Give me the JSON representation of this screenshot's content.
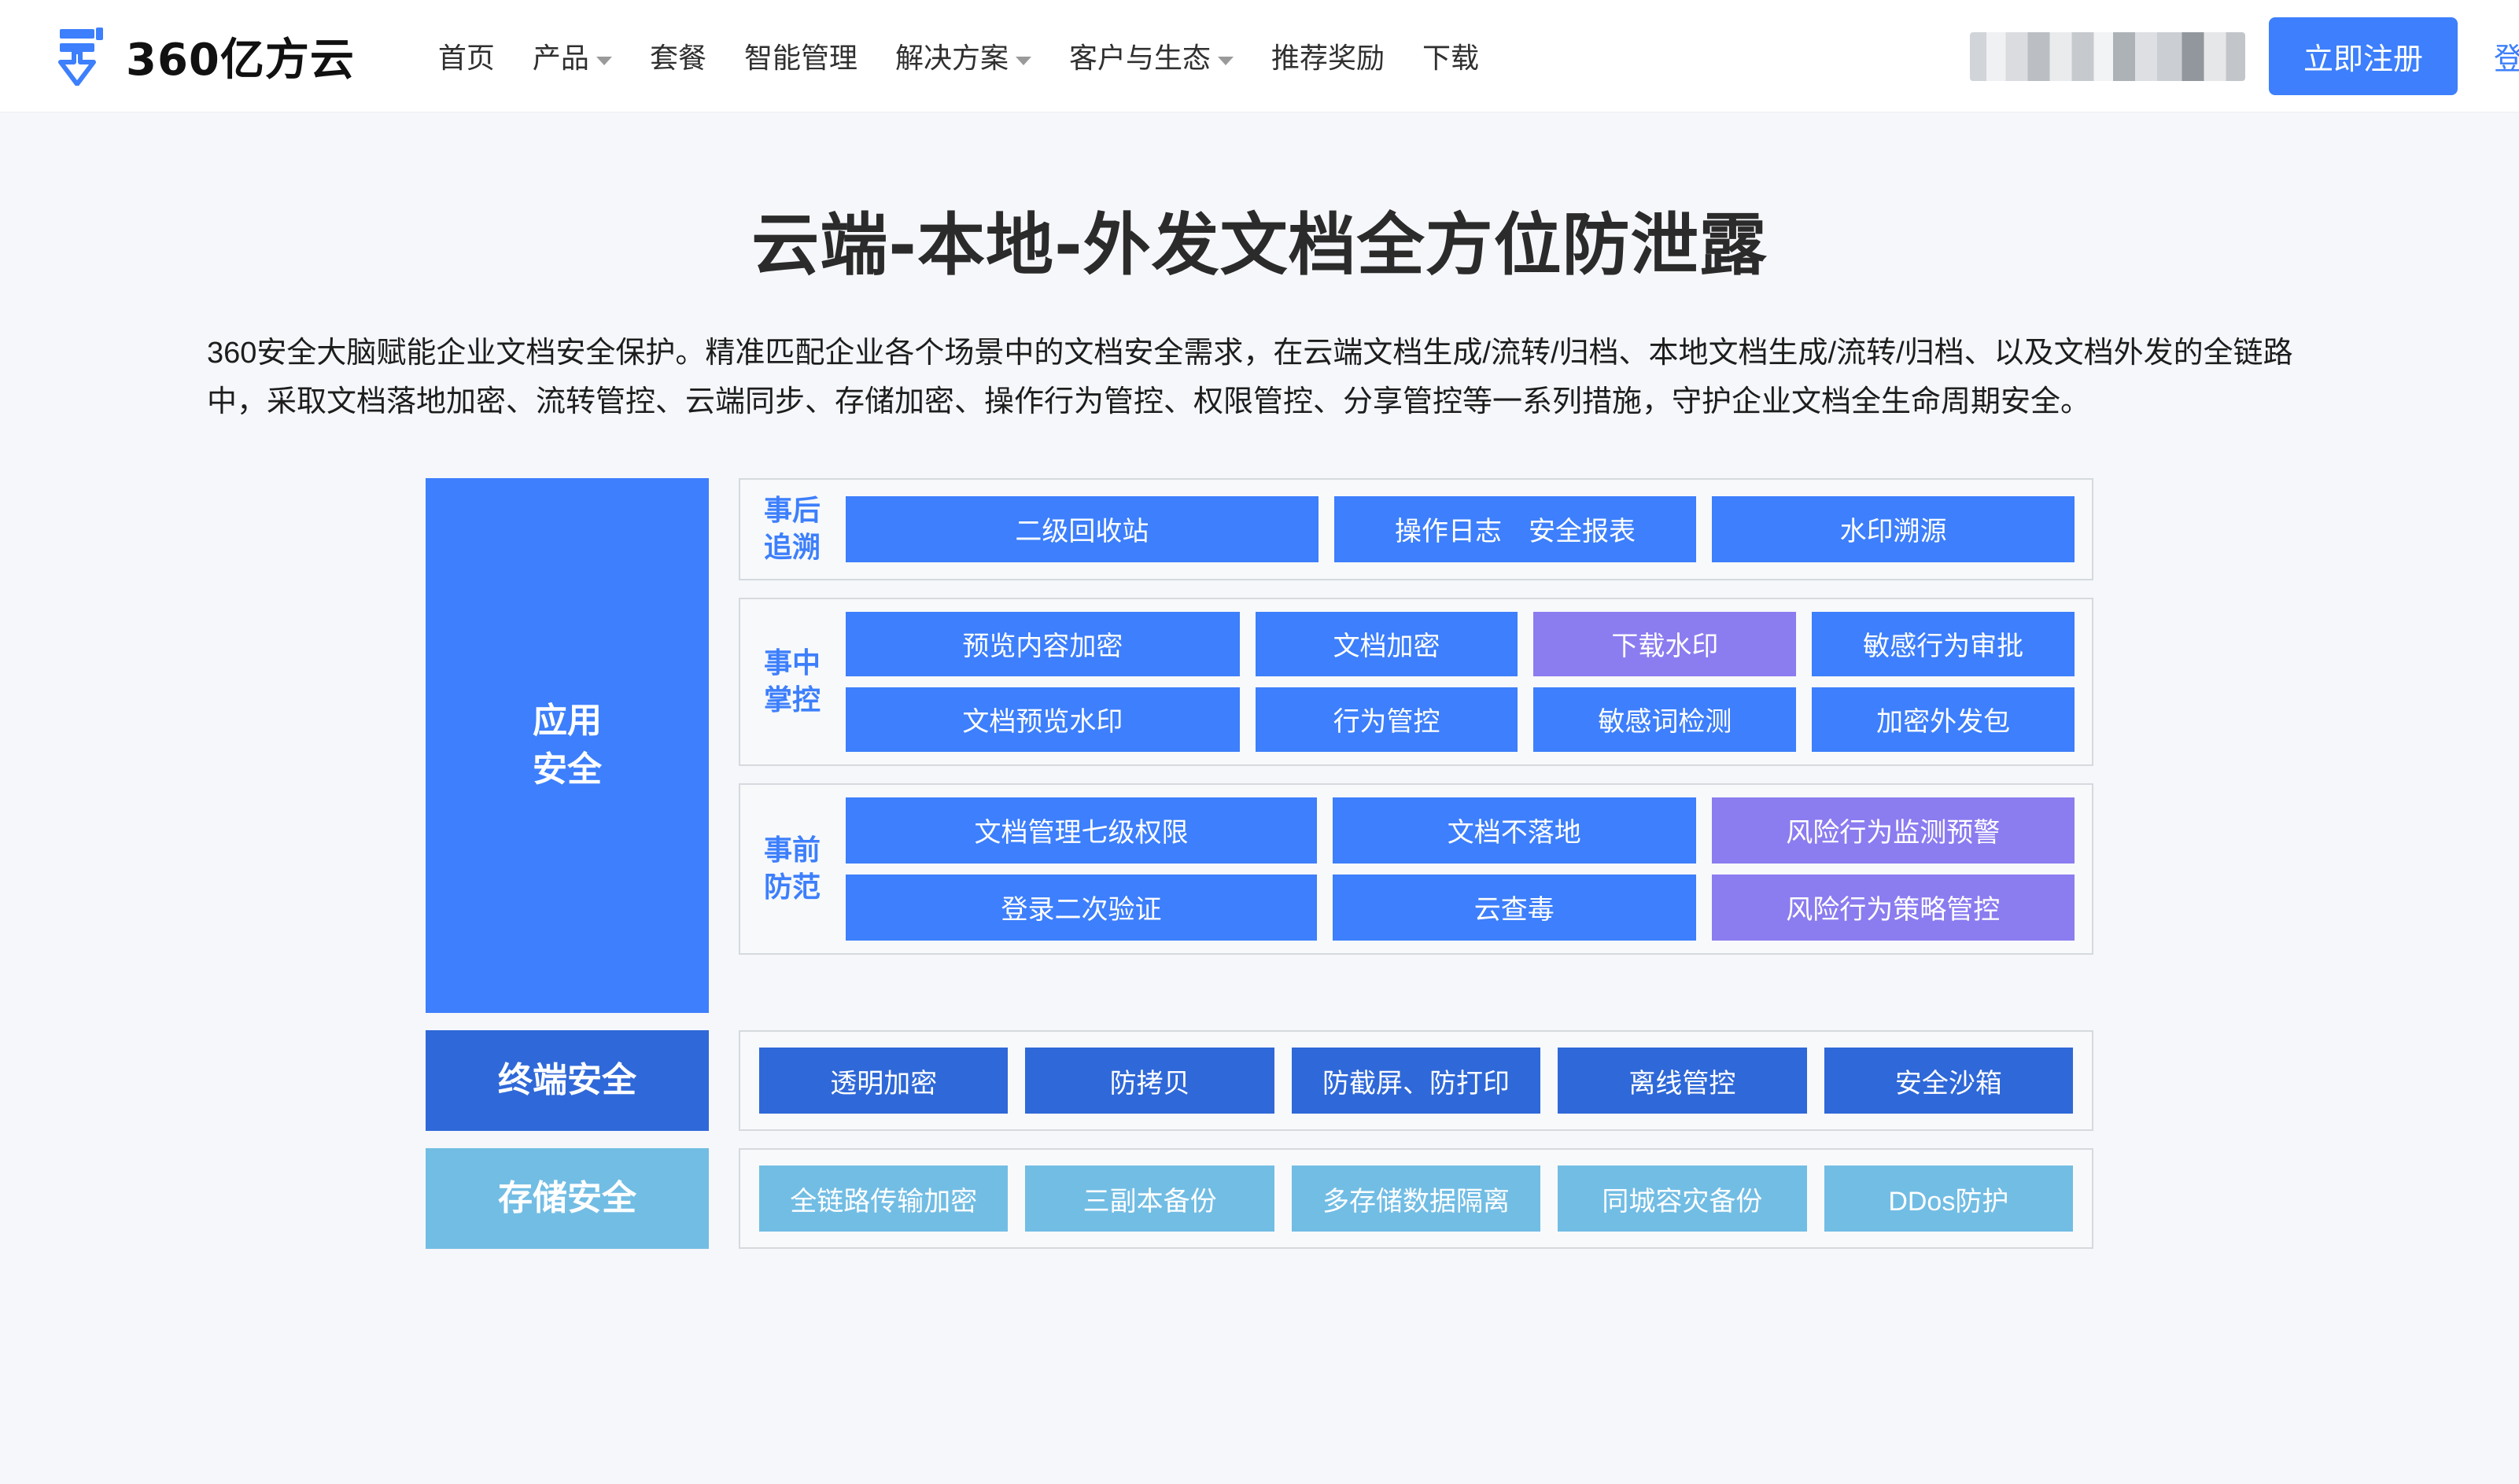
{
  "header": {
    "logo_text": "360亿方云",
    "logo_icon": "yifangyun-pen-logo",
    "nav": [
      {
        "label": "首页",
        "has_dropdown": false
      },
      {
        "label": "产品",
        "has_dropdown": true
      },
      {
        "label": "套餐",
        "has_dropdown": false
      },
      {
        "label": "智能管理",
        "has_dropdown": false
      },
      {
        "label": "解决方案",
        "has_dropdown": true
      },
      {
        "label": "客户与生态",
        "has_dropdown": true
      },
      {
        "label": "推荐奖励",
        "has_dropdown": false
      },
      {
        "label": "下载",
        "has_dropdown": false
      }
    ],
    "account_redacted": "",
    "register_label": "立即注册",
    "login_label": "登录",
    "accent_color": "#3d7ffc"
  },
  "hero": {
    "title": "云端-本地-外发文档全方位防泄露",
    "description": "360安全大脑赋能企业文档安全保护。精准匹配企业各个场景中的文档安全需求，在云端文档生成/流转/归档、本地文档生成/流转/归档、以及文档外发的全链路中，采取文档落地加密、流转管控、云端同步、存储加密、操作行为管控、权限管控、分享管控等一系列措施，守护企业文档全生命周期安全。"
  },
  "diagram": {
    "colors": {
      "blue": "#3d7ffc",
      "purple": "#8b7cf0",
      "dark_blue": "#2f68d8",
      "light_blue": "#72bde4",
      "group_border": "#d6d9dd",
      "group_bg": "#f7f9fb"
    },
    "bands": [
      {
        "label": "应用\n安全",
        "label_line1": "应用",
        "label_line2": "安全",
        "label_color": "#3d7ffc",
        "groups": [
          {
            "label_line1": "事后",
            "label_line2": "追溯",
            "rows": [
              [
                {
                  "label": "二级回收站",
                  "color": "blue"
                },
                {
                  "label": "操作日志　安全报表",
                  "color": "blue"
                },
                {
                  "label": "水印溯源",
                  "color": "blue"
                }
              ]
            ]
          },
          {
            "label_line1": "事中",
            "label_line2": "掌控",
            "rows": [
              [
                {
                  "label": "预览内容加密",
                  "color": "blue"
                },
                {
                  "label": "文档加密",
                  "color": "blue"
                },
                {
                  "label": "下载水印",
                  "color": "purple"
                },
                {
                  "label": "敏感行为审批",
                  "color": "blue"
                }
              ],
              [
                {
                  "label": "文档预览水印",
                  "color": "blue"
                },
                {
                  "label": "行为管控",
                  "color": "blue"
                },
                {
                  "label": "敏感词检测",
                  "color": "blue"
                },
                {
                  "label": "加密外发包",
                  "color": "blue"
                }
              ]
            ]
          },
          {
            "label_line1": "事前",
            "label_line2": "防范",
            "rows": [
              [
                {
                  "label": "文档管理七级权限",
                  "color": "blue"
                },
                {
                  "label": "文档不落地",
                  "color": "blue"
                },
                {
                  "label": "风险行为监测预警",
                  "color": "purple"
                }
              ],
              [
                {
                  "label": "登录二次验证",
                  "color": "blue"
                },
                {
                  "label": "云查毒",
                  "color": "blue"
                },
                {
                  "label": "风险行为策略管控",
                  "color": "purple"
                }
              ]
            ]
          }
        ]
      },
      {
        "label": "终端安全",
        "label_color": "#2f68d8",
        "tiles": [
          {
            "label": "透明加密",
            "color": "dblue"
          },
          {
            "label": "防拷贝",
            "color": "dblue"
          },
          {
            "label": "防截屏、防打印",
            "color": "dblue"
          },
          {
            "label": "离线管控",
            "color": "dblue"
          },
          {
            "label": "安全沙箱",
            "color": "dblue"
          }
        ]
      },
      {
        "label": "存储安全",
        "label_color": "#72bde4",
        "tiles": [
          {
            "label": "全链路传输加密",
            "color": "lblue"
          },
          {
            "label": "三副本备份",
            "color": "lblue"
          },
          {
            "label": "多存储数据隔离",
            "color": "lblue"
          },
          {
            "label": "同城容灾备份",
            "color": "lblue"
          },
          {
            "label": "DDos防护",
            "color": "lblue"
          }
        ]
      }
    ]
  }
}
